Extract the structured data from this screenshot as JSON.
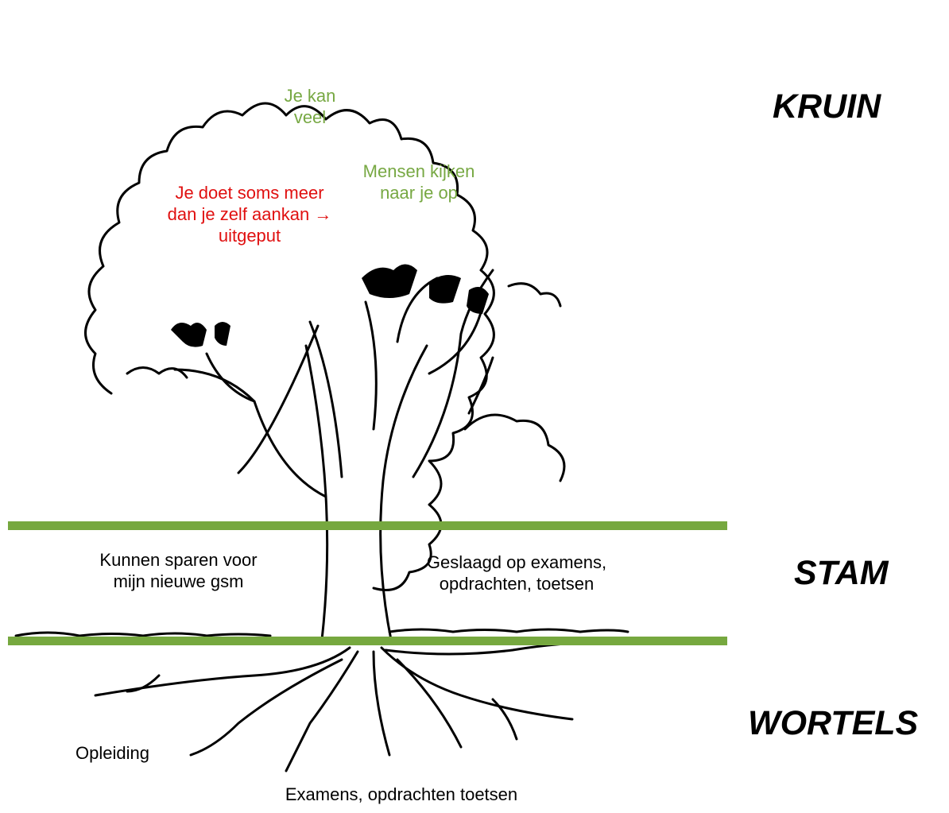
{
  "sections": {
    "crown": "KRUIN",
    "trunk": "STAM",
    "roots": "WORTELS"
  },
  "crown_labels": {
    "can_do_a_lot": "Je kan veel",
    "people_look_up": "Mensen kijken naar je op",
    "overdoing": "Je doet soms meer dan je zelf aankan → uitgeput"
  },
  "trunk_labels": {
    "saving": "Kunnen sparen voor mijn nieuwe gsm",
    "passed": "Geslaagd op examens, opdrachten, toetsen"
  },
  "root_labels": {
    "education": "Opleiding",
    "exams": "Examens, opdrachten toetsen"
  },
  "colors": {
    "divider": "#76a83f",
    "positive_text": "#77a843",
    "negative_text": "#e01010"
  }
}
